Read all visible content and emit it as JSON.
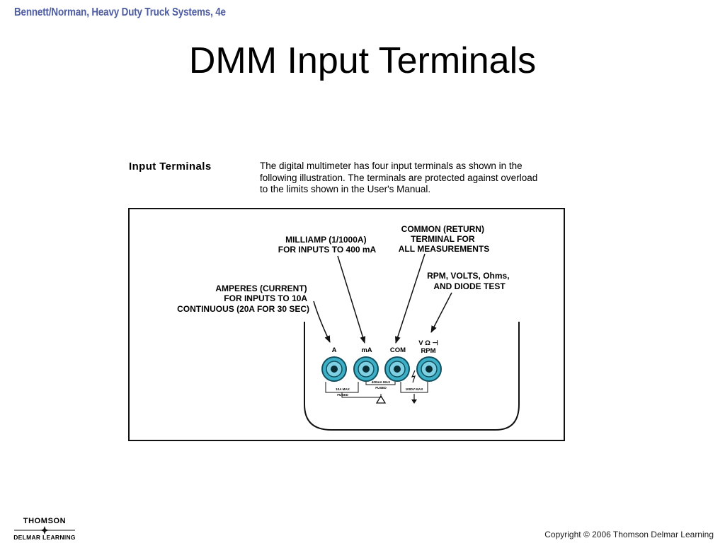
{
  "header": {
    "credit": "Bennett/Norman, Heavy Duty Truck Systems, 4e"
  },
  "slide": {
    "title": "DMM Input Terminals"
  },
  "section": {
    "label": "Input  Terminals",
    "intro_lines": [
      "The digital multimeter has four input terminals as shown in the",
      "following illustration. The terminals are protected against overload",
      "to the limits shown in the User's Manual."
    ]
  },
  "figure": {
    "callouts": {
      "milliamp": [
        "MILLIAMP (1/1000A)",
        "FOR INPUTS TO 400 mA"
      ],
      "common": [
        "COMMON (RETURN)",
        "TERMINAL FOR",
        "ALL MEASUREMENTS"
      ],
      "rpm": [
        "RPM, VOLTS, Ohms,",
        "AND DIODE TEST"
      ],
      "amperes": [
        "AMPERES (CURRENT)",
        "FOR INPUTS TO 10A",
        "CONTINUOUS (20A FOR 30 SEC)"
      ]
    },
    "terminals": {
      "a": "A",
      "ma": "mA",
      "com": "COM",
      "rpm": "RPM",
      "rpm_symbols": "V Ω ⊣"
    },
    "ratings": {
      "a_max": "10A MAX",
      "a_fused": "FUSED",
      "ma_max": "400mA MAX",
      "ma_fused": "FUSED",
      "v_max": "1000V MAX"
    }
  },
  "footer": {
    "logo_top": "THOMSON",
    "logo_bottom": "DELMAR LEARNING",
    "copyright": "Copyright © 2006 Thomson Delmar Learning"
  },
  "colors": {
    "credit": "#4e5ca0",
    "jack": "#3db0c8",
    "jack_dark": "#11505e"
  }
}
